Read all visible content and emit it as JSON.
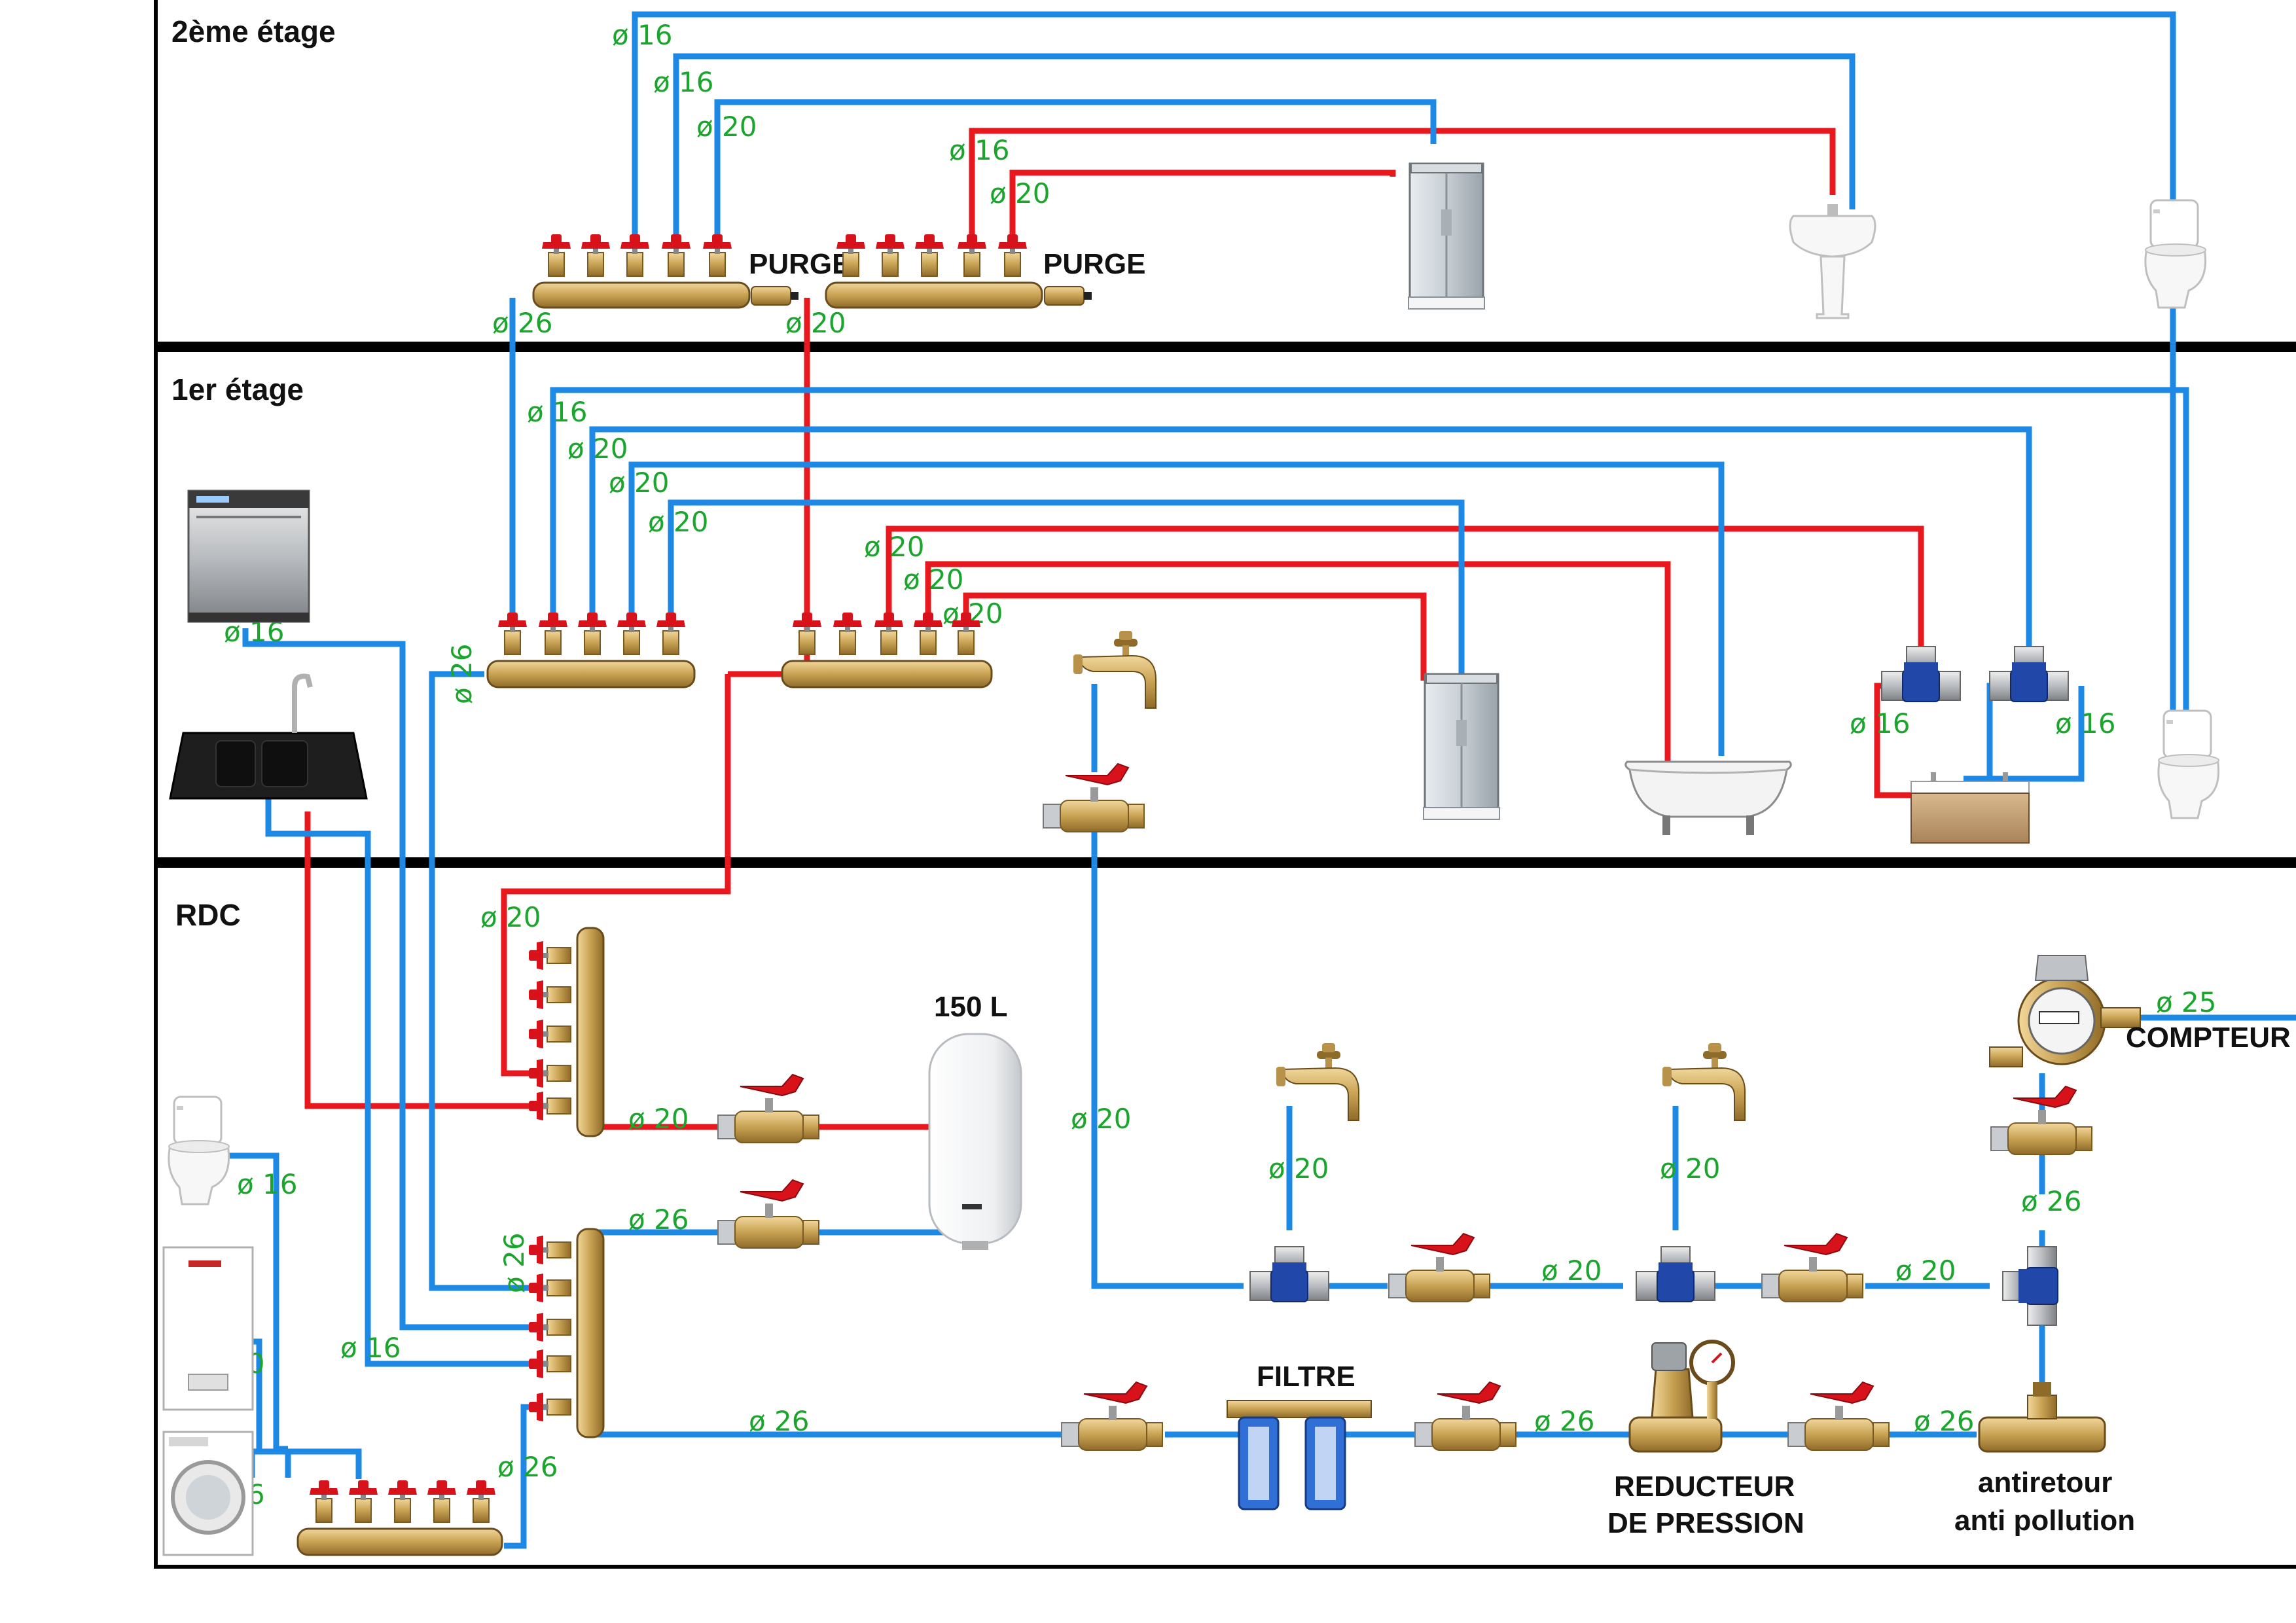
{
  "floors": {
    "second": "2ème étage",
    "first": "1er étage",
    "ground": "RDC"
  },
  "labels": {
    "purge": "PURGE",
    "tank_volume": "150 L",
    "meter": "COMPTEUR",
    "filter": "FILTRE",
    "reducer_line1": "REDUCTEUR",
    "reducer_line2": "DE PRESSION",
    "antiretour_line1": "antiretour",
    "antiretour_line2": "anti pollution"
  },
  "diameters": {
    "d16": "ø 16",
    "d20": "ø 20",
    "d25": "ø 25",
    "d26": "ø 26"
  },
  "colors": {
    "cold_pipe": "#1e88e5",
    "hot_pipe": "#e8191e",
    "dimension_text": "#1aa62c",
    "manifold_brass": "#c8a253",
    "valve_handle": "#d8121b"
  },
  "icons": [
    "shower-icon",
    "washbasin-icon",
    "toilet-icon",
    "dishwasher-icon",
    "kitchen-sink-icon",
    "garden-tap-icon",
    "bathtub-icon",
    "double-vanity-icon",
    "water-heater-icon",
    "boiler-icon",
    "washing-machine-icon",
    "water-meter-icon",
    "filter-icon",
    "pressure-reducer-icon",
    "check-valve-icon",
    "ball-valve-icon",
    "manifold-icon"
  ]
}
